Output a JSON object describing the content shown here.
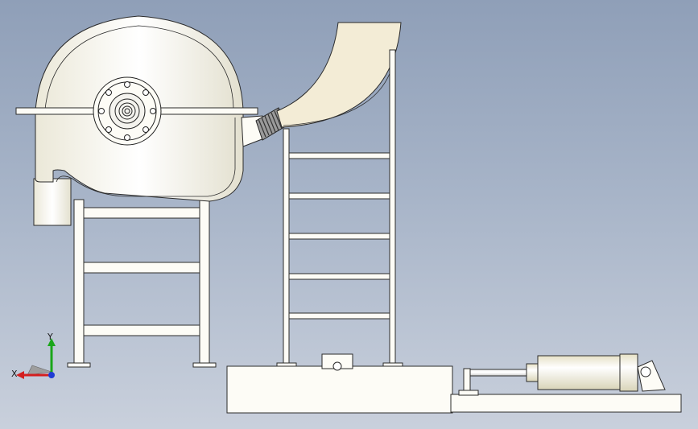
{
  "app": {
    "view": "cad-model-viewport",
    "background_top": "#8f9fb8",
    "background_bottom": "#c9d0dc"
  },
  "model": {
    "part_fill": "#fdfcf6",
    "part_stroke": "#2b2b2b",
    "chute_fill": "#f3ecd6",
    "cylinder_fill": "#f2eed8"
  },
  "triad": {
    "x_label": "X",
    "y_label": "Y",
    "x_color": "#d41f1f",
    "y_color": "#1aa61a",
    "z_color": "#1f3bd4"
  }
}
